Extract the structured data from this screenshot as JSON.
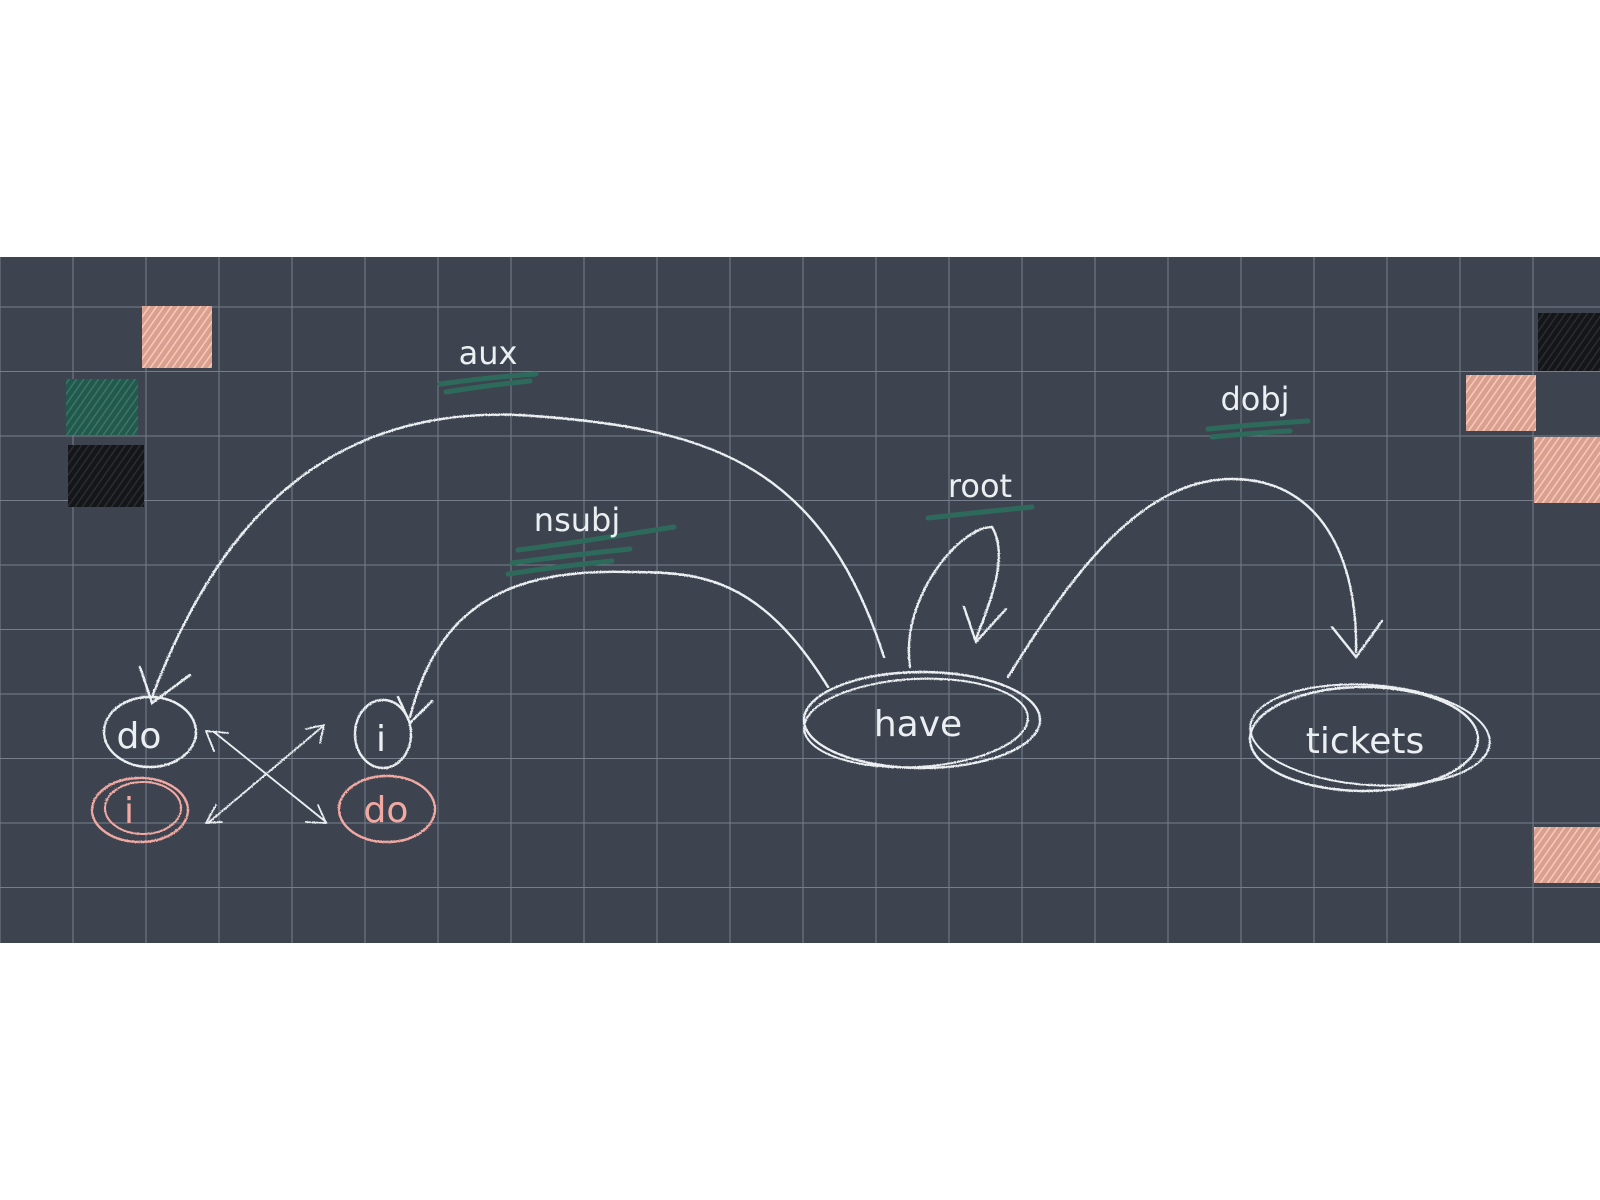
{
  "colors": {
    "board": "#3d4450",
    "grid": "#8c93a0",
    "chalk": "#eceff2",
    "pink": "#f2a9a2",
    "pink_fill": "#e9b3a4",
    "teal": "#2e6a5c",
    "dark": "#1c1d20"
  },
  "words": {
    "do": "do",
    "i": "i",
    "i_swapped": "i",
    "do_swapped": "do",
    "have": "have",
    "tickets": "tickets"
  },
  "relations": {
    "aux": "aux",
    "nsubj": "nsubj",
    "root": "root",
    "dobj": "dobj"
  }
}
